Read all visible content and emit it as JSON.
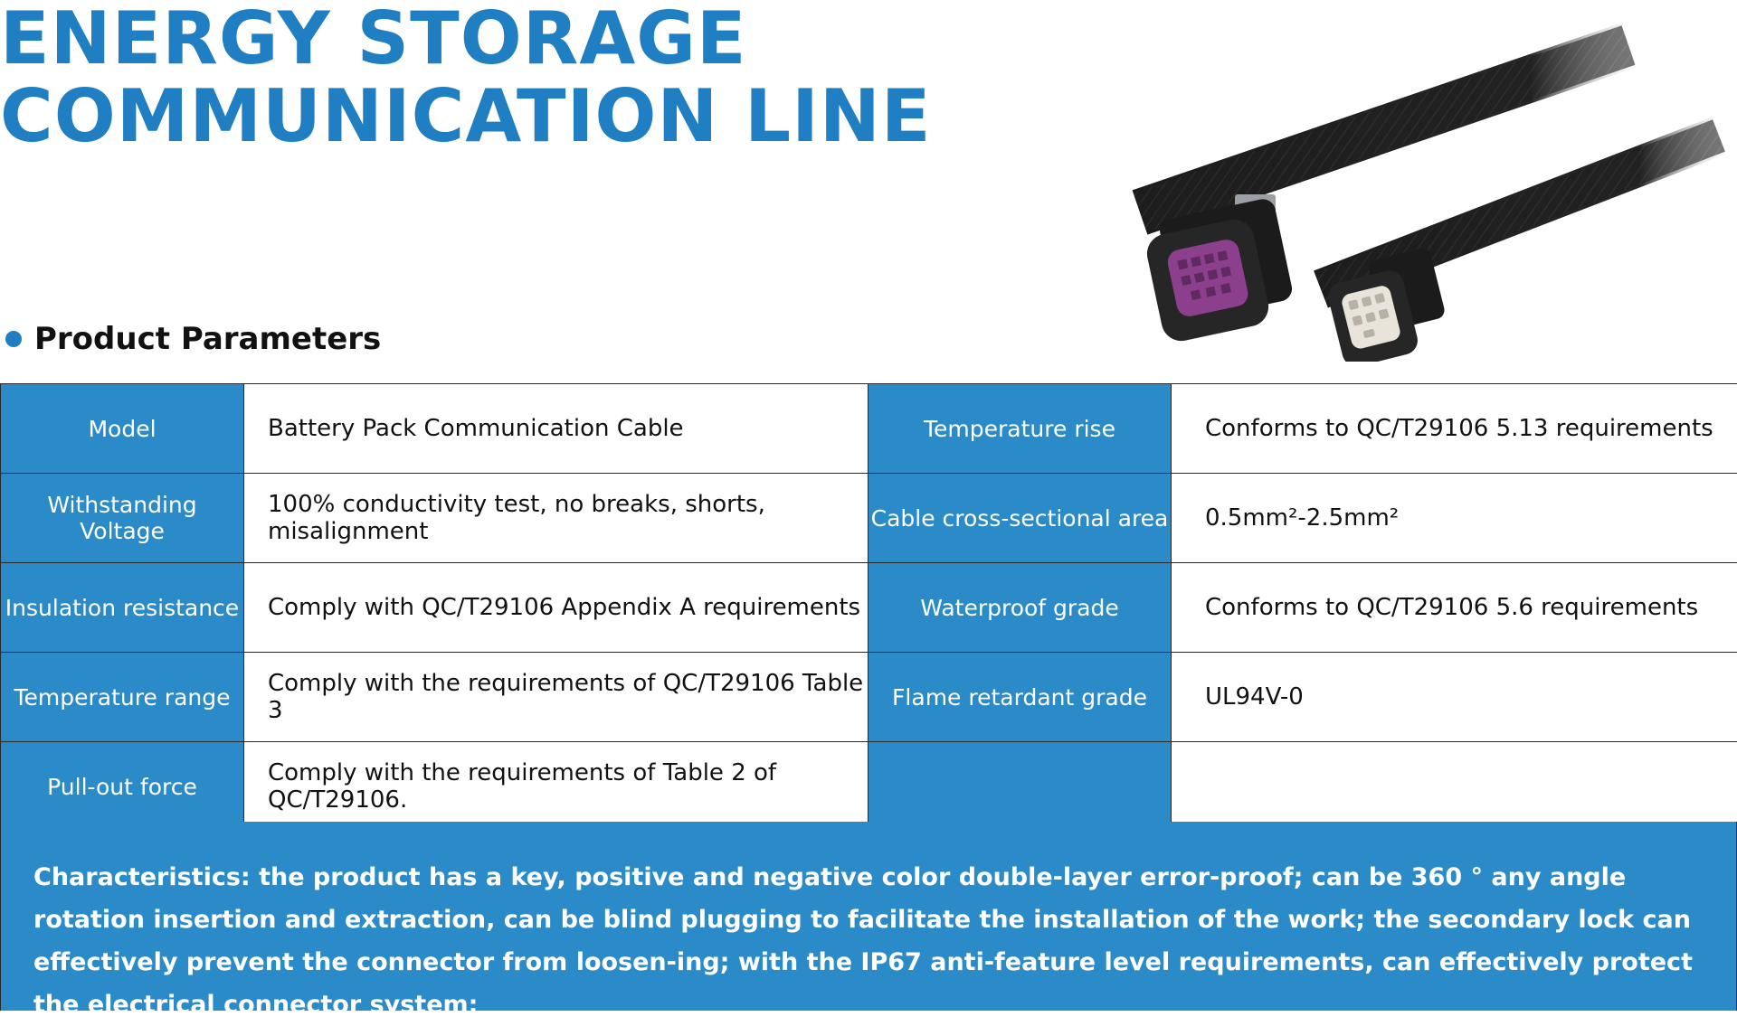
{
  "title": {
    "line1": "ENERGY STORAGE",
    "line2": "COMMUNICATION LINE"
  },
  "section": {
    "heading": "Product Parameters",
    "bullet_color": "#1f7fc2"
  },
  "image": {
    "icon": "cable-connector-product-photo",
    "connector_large_color": "#8b3f8c"
  },
  "params": {
    "rows": [
      {
        "label1": "Model",
        "value1": "Battery Pack Communication Cable",
        "label2": "Temperature rise",
        "value2": "Conforms to QC/T29106 5.13 requirements"
      },
      {
        "label1": "Withstanding Voltage",
        "value1": "100% conductivity test, no breaks, shorts, misalignment",
        "label2": "Cable cross-sectional area",
        "value2": "0.5mm²-2.5mm²"
      },
      {
        "label1": "Insulation resistance",
        "value1": "Comply with QC/T29106 Appendix A requirements",
        "label2": "Waterproof grade",
        "value2": "Conforms to QC/T29106 5.6 requirements"
      },
      {
        "label1": "Temperature range",
        "value1": "Comply with the requirements of QC/T29106 Table 3",
        "label2": "Flame retardant grade",
        "value2": "UL94V-0"
      },
      {
        "label1": "Pull-out force",
        "value1": "Comply with the requirements of Table 2 of QC/T29106.",
        "label2": "",
        "value2": ""
      }
    ]
  },
  "characteristics": {
    "text": "Characteristics: the product has a key, positive and negative color double-layer error-proof; can be 360 ° any angle rotation insertion and extraction, can be blind plugging to facilitate the installation of the work; the secondary lock can effectively prevent the connector from loosen-ing; with the IP67 anti-feature level requirements, can effectively protect the electrical connector system;"
  },
  "colors": {
    "accent": "#1f7fc2",
    "label_cell": "#2a8bc8"
  }
}
